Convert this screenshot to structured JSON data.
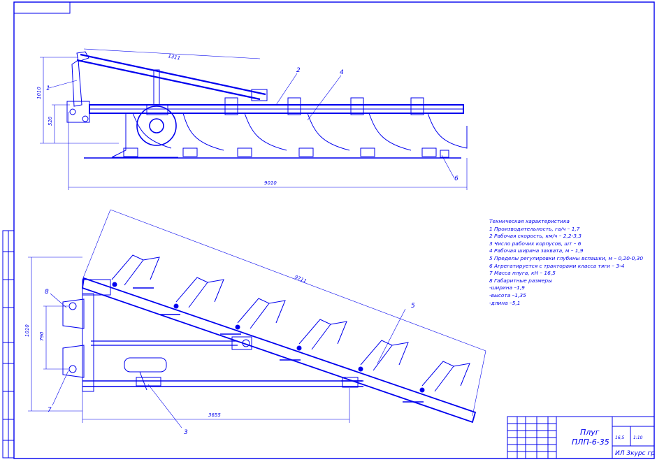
{
  "colors": {
    "ink": "#0000ee",
    "paper": "#ffffff"
  },
  "side_view": {
    "dimensions": {
      "top_rod": "1311",
      "overall_length": "9010",
      "height": "1010",
      "mid_height": "520"
    },
    "callouts": [
      "1",
      "2",
      "4",
      "6"
    ]
  },
  "plan_view": {
    "dimensions": {
      "diagonal": "9711",
      "frame_length": "3655",
      "width": "1010",
      "inner_width": "790"
    },
    "callouts": [
      "8",
      "7",
      "5",
      "3"
    ]
  },
  "specs": {
    "title": "Техническая характеристика",
    "items": [
      "1 Производительность, га/ч – 1,7",
      "2 Рабочая скорость, км/ч – 2,2-3,3",
      "3 Число рабочих корпусов, шт – 6",
      "4 Рабочая ширина захвата, м – 1,9",
      "5 Пределы регулировки глубины вспашки, м – 0,20-0,30",
      "6 Агрегатируется с тракторами класса тяги – 3-4",
      "7 Масса плуга, кН – 16,5",
      "8 Габаритные размеры",
      "-ширина –1,9",
      "-высота –1,35",
      "-длина –5,1"
    ]
  },
  "title_block": {
    "name_line1": "Плуг",
    "name_line2": "ПЛП-6-35",
    "scale": "1:10",
    "mass": "16,5",
    "org": "ИЛ 3курс гр"
  }
}
